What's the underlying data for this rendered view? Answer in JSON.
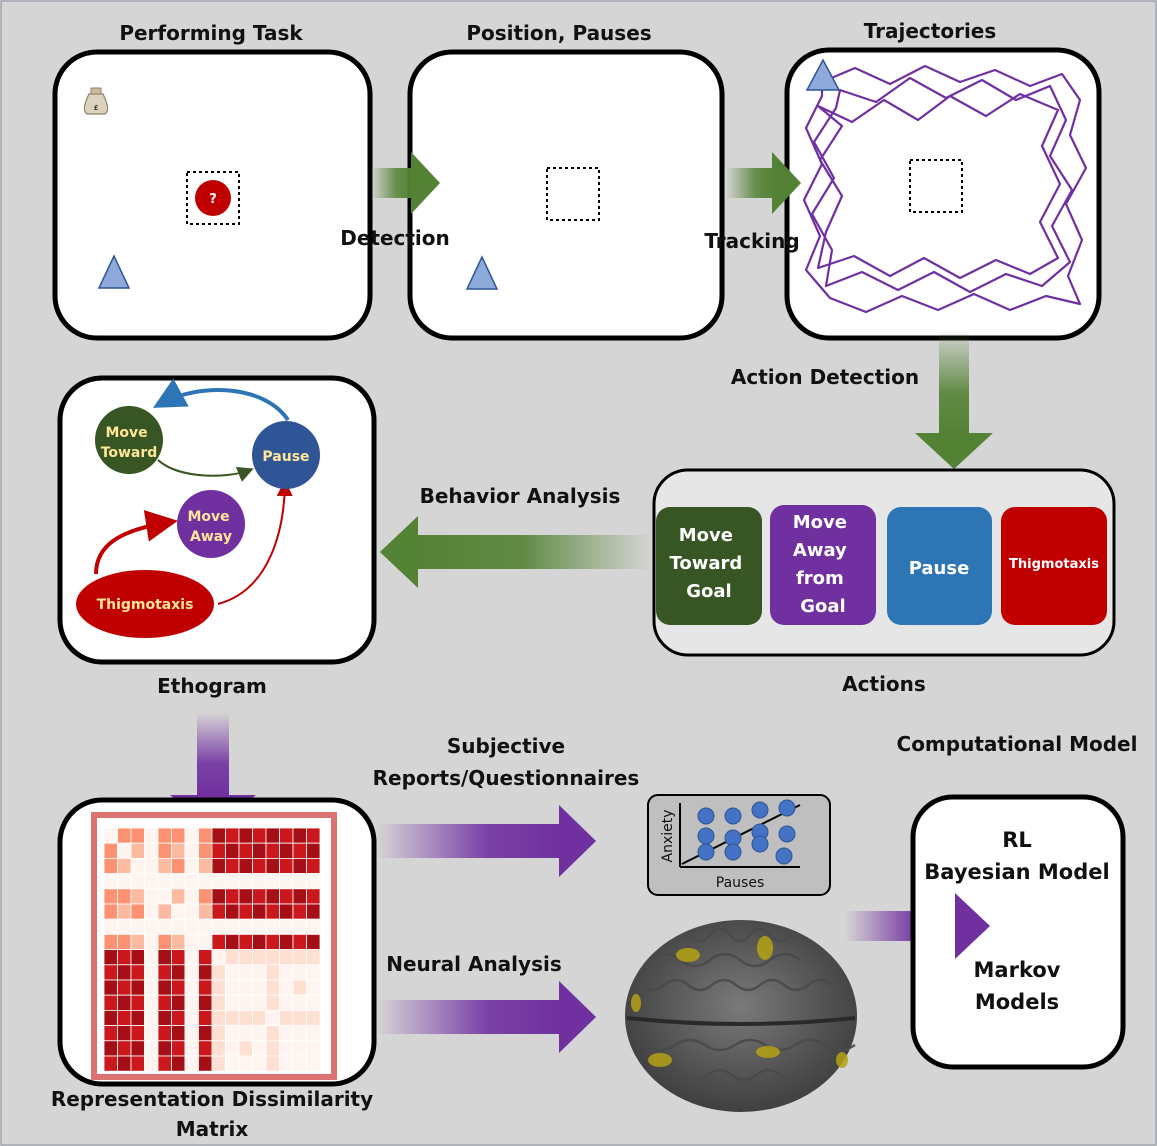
{
  "panels": {
    "task": {
      "title": "Performing Task",
      "reward_symbol": "?",
      "bag_symbol": "£"
    },
    "position": {
      "title": "Position, Pauses"
    },
    "trajectories": {
      "title": "Trajectories"
    }
  },
  "flow_labels": {
    "detection": "Detection",
    "tracking": "Tracking",
    "action_detection": "Action Detection",
    "behavior_analysis": "Behavior Analysis",
    "subjective_line1": "Subjective",
    "subjective_line2": "Reports/Questionnaires",
    "neural_analysis": "Neural Analysis"
  },
  "actions": {
    "caption": "Actions",
    "move_toward": [
      "Move",
      "Toward",
      "Goal"
    ],
    "move_away": [
      "Move",
      "Away",
      "from",
      "Goal"
    ],
    "pause": "Pause",
    "thigmotaxis": "Thigmotaxis"
  },
  "ethogram": {
    "caption": "Ethogram",
    "move_toward": [
      "Move",
      "Toward"
    ],
    "pause": "Pause",
    "move_away": [
      "Move",
      "Away"
    ],
    "thigmotaxis": "Thigmotaxis"
  },
  "rdm": {
    "caption_line1": "Representation Dissimilarity",
    "caption_line2": "Matrix"
  },
  "scatter": {
    "ylabel": "Anxiety",
    "xlabel": "Pauses"
  },
  "model": {
    "title": "Computational Model",
    "line1": "RL",
    "line2": "Bayesian Model",
    "line3": "Markov",
    "line4": "Models"
  },
  "colors": {
    "green": "#548235",
    "dark_green": "#375623",
    "purple": "#7030a0",
    "blue": "#2e75b6",
    "red": "#c00000",
    "triangle": "#8eaadb",
    "trajectory": "#7030a0",
    "label_yellow": "#ffe699"
  }
}
